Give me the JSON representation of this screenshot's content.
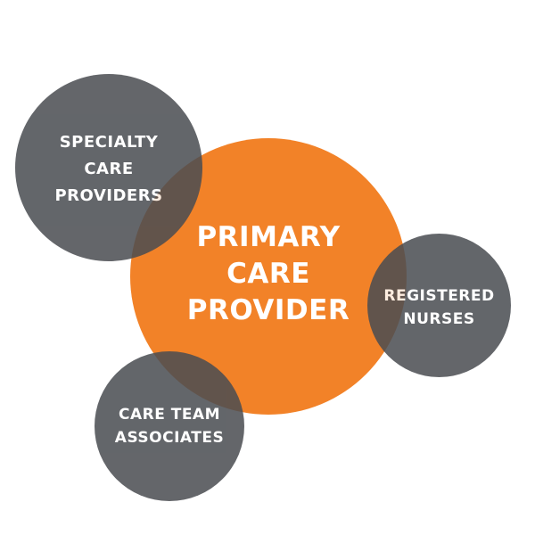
{
  "colors": {
    "primary": "#f28228",
    "satellite": "#4a4d52",
    "text": "#ffffff",
    "background": "#ffffff"
  },
  "primary": {
    "label": "PRIMARY\nCARE\nPROVIDER"
  },
  "satellites": [
    {
      "id": "specialty",
      "label": "SPECIALTY\nCARE\nPROVIDERS"
    },
    {
      "id": "nurses",
      "label": "REGISTERED\nNURSES"
    },
    {
      "id": "associates",
      "label": "CARE TEAM\nASSOCIATES"
    }
  ]
}
